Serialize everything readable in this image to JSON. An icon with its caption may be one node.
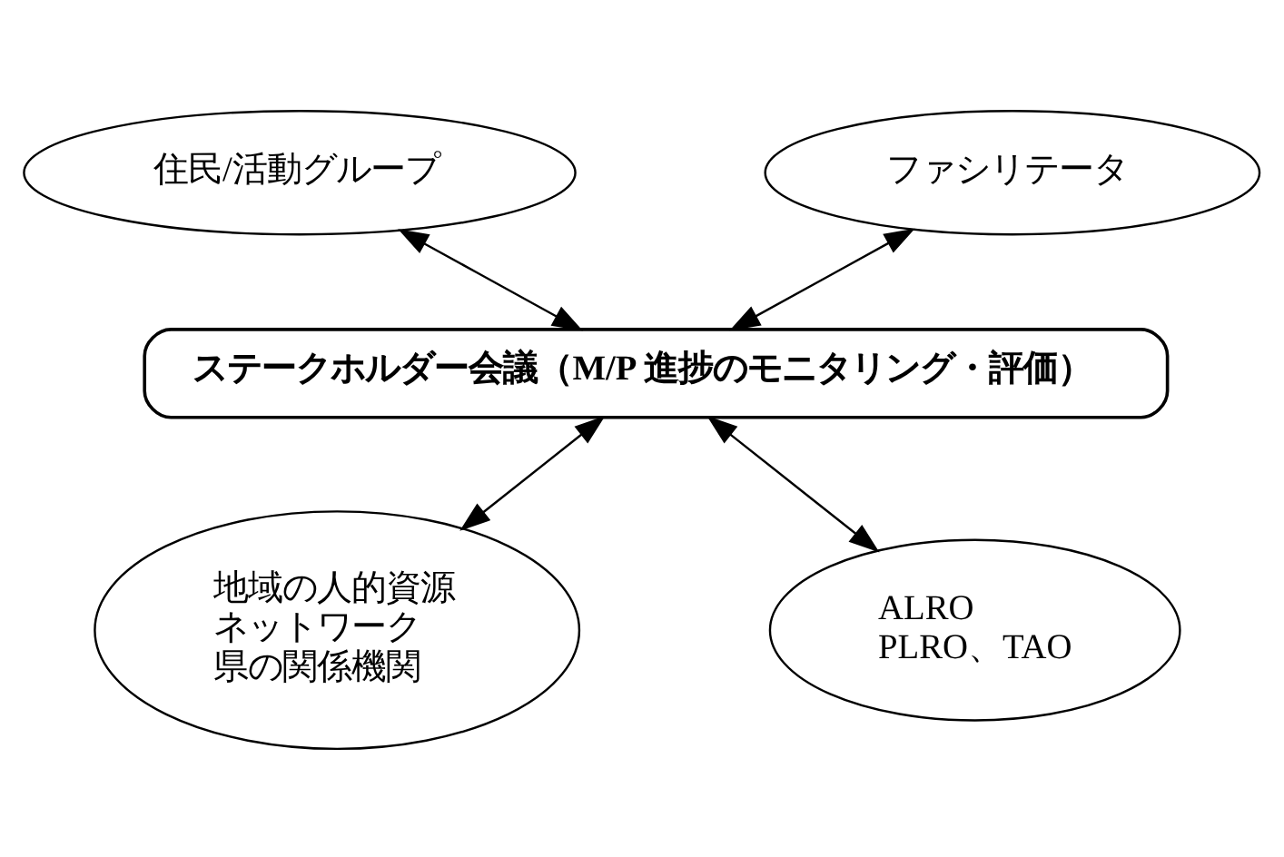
{
  "diagram": {
    "nodes": [
      {
        "text": [
          "住民/活動グループ"
        ]
      },
      {
        "text": [
          "ファシリテータ"
        ]
      },
      {
        "text": [
          "ステークホルダー会議（M/P 進捗のモニタリング・評価）"
        ]
      },
      {
        "text": [
          "地域の人的資源",
          "ネットワーク",
          "県の関係機関"
        ]
      },
      {
        "text": [
          "ALRO",
          "PLRO、TAO"
        ]
      }
    ],
    "edges": [
      {
        "from": 0,
        "to": 2,
        "arrow": "both"
      },
      {
        "from": 1,
        "to": 2,
        "arrow": "both"
      },
      {
        "from": 2,
        "to": 3,
        "arrow": "both"
      },
      {
        "from": 2,
        "to": 4,
        "arrow": "both"
      }
    ]
  }
}
